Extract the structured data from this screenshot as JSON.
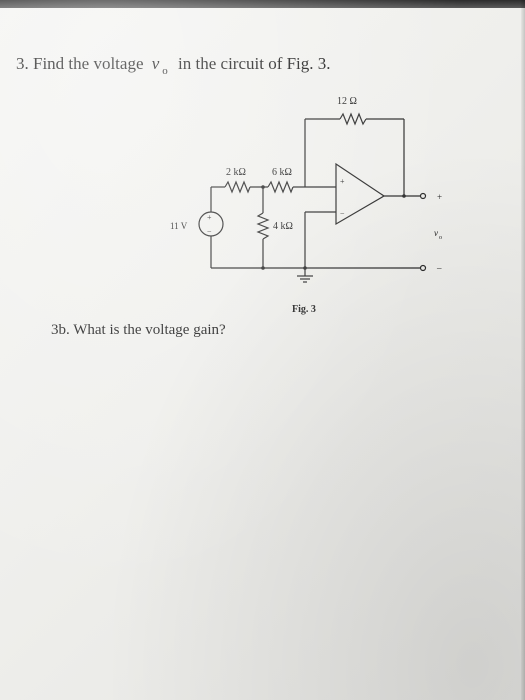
{
  "question": {
    "number": "3.",
    "prefix": "Find the voltage",
    "variable": "v",
    "subscript": "o",
    "suffix": "in the circuit of Fig. 3."
  },
  "figure": {
    "caption": "Fig. 3",
    "source_label": "11 V",
    "r1_label": "2 kΩ",
    "r2_label": "6 kΩ",
    "r3_label": "4 kΩ",
    "rf_label": "12 Ω",
    "plus_sign": "+",
    "minus_sign": "−",
    "opamp_plus": "+",
    "opamp_minus": "−",
    "out_plus": "+",
    "out_minus": "–",
    "out_var": "v",
    "out_sub": "o"
  },
  "question_b": {
    "text": "3b. What is the voltage gain?"
  }
}
